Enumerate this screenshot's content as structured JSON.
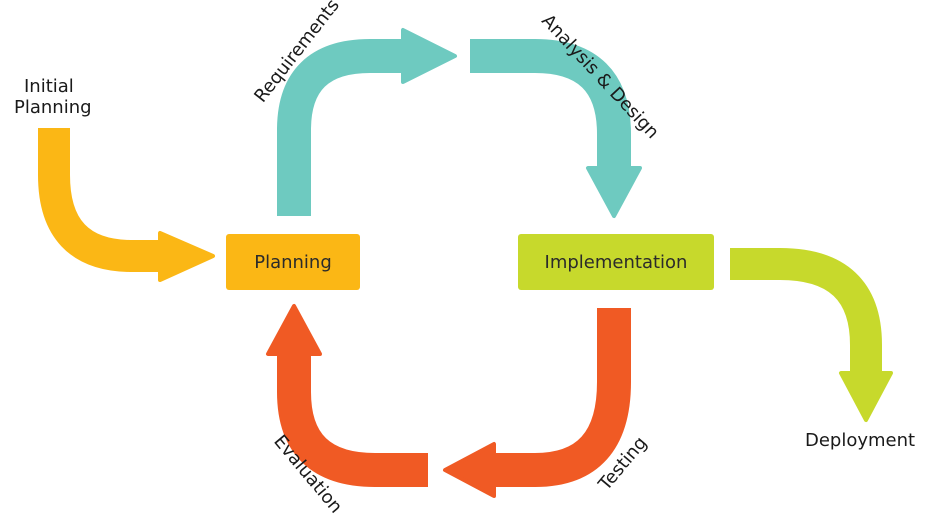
{
  "diagram": {
    "nodes": {
      "planning": "Planning",
      "implementation": "Implementation"
    },
    "labels": {
      "initial_planning_line1": "Initial",
      "initial_planning_line2": "Planning",
      "requirements": "Requirements",
      "analysis_design": "Analysis & Design",
      "testing": "Testing",
      "evaluation": "Evaluation",
      "deployment": "Deployment"
    },
    "colors": {
      "planning": "#FBB715",
      "implementation": "#C7D92C",
      "teal": "#6ECAC0",
      "orange": "#F05A24",
      "text": "#1a1a1a"
    }
  }
}
